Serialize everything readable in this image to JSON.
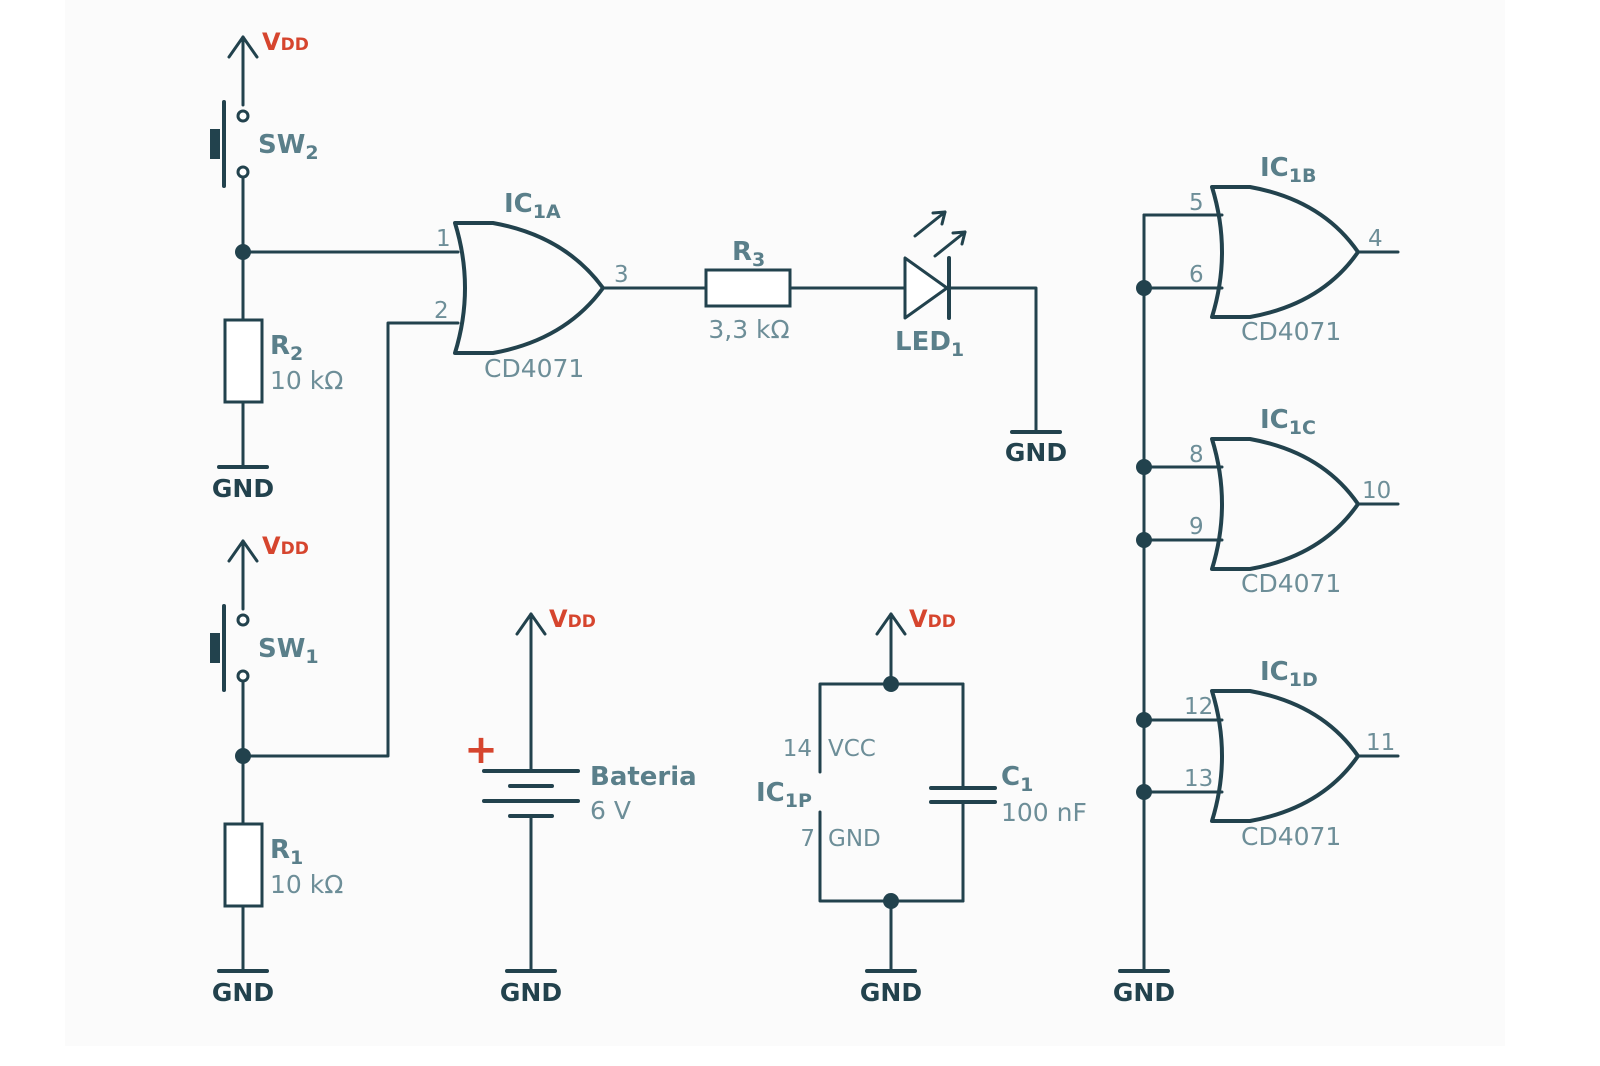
{
  "symbols": {
    "vdd_main": "V",
    "vdd_sub": "DD",
    "gnd": "GND",
    "plus": "+"
  },
  "sw2": {
    "name": "SW",
    "sub": "2"
  },
  "sw1": {
    "name": "SW",
    "sub": "1"
  },
  "r2": {
    "name": "R",
    "sub": "2",
    "value": "10 kΩ"
  },
  "r1": {
    "name": "R",
    "sub": "1",
    "value": "10 kΩ"
  },
  "r3": {
    "name": "R",
    "sub": "3",
    "value": "3,3 kΩ"
  },
  "led1": {
    "name": "LED",
    "sub": "1"
  },
  "ic1a": {
    "name": "IC",
    "sub": "1A",
    "part": "CD4071",
    "pins": [
      "1",
      "2",
      "3"
    ]
  },
  "ic1b": {
    "name": "IC",
    "sub": "1B",
    "part": "CD4071",
    "pins": [
      "5",
      "6",
      "4"
    ]
  },
  "ic1c": {
    "name": "IC",
    "sub": "1C",
    "part": "CD4071",
    "pins": [
      "8",
      "9",
      "10"
    ]
  },
  "ic1d": {
    "name": "IC",
    "sub": "1D",
    "part": "CD4071",
    "pins": [
      "12",
      "13",
      "11"
    ]
  },
  "ic1p": {
    "name": "IC",
    "sub": "1P",
    "vcc_pin": "14",
    "vcc_label": "VCC",
    "gnd_pin": "7",
    "gnd_label": "GND"
  },
  "battery": {
    "name": "Bateria",
    "value": "6 V"
  },
  "c1": {
    "name": "C",
    "sub": "1",
    "value": "100 nF"
  }
}
